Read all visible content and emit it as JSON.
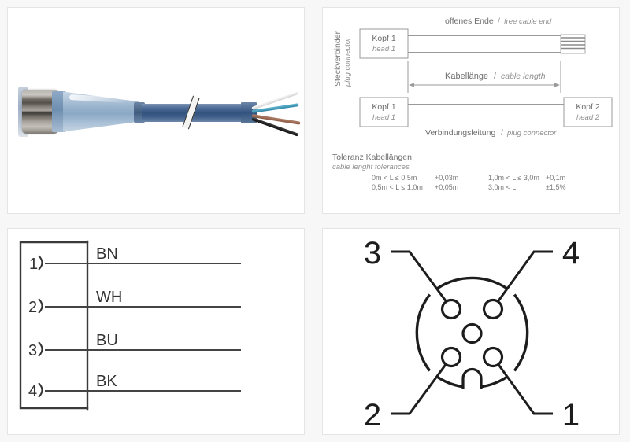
{
  "layout": {
    "background": "#f7f7f7",
    "panel_bg": "#ffffff",
    "panel_border": "#e4e4e4",
    "line_color": "#8a8a8a",
    "ink": "#3a3a3a",
    "dark_ink": "#222222"
  },
  "panels": [
    {
      "name": "product-photo",
      "title": ""
    },
    {
      "name": "cable-length-diagram",
      "title": ""
    },
    {
      "name": "pin-assignment-diagram",
      "title": ""
    },
    {
      "name": "connector-face-view",
      "title": ""
    }
  ],
  "product_photo": {
    "alt": "M12 female straight connector with free cable end",
    "parts": {
      "coupling_nut": "knurled-metal-nut",
      "body": "over-moulded-body",
      "cable": "blue-pur-cable",
      "marker": "white-marker-band",
      "free_end": "fanned-conductors"
    },
    "wire_colors": {
      "white": "#fdfdfd",
      "blue": "#3f9cba",
      "brown": "#9a6750",
      "black": "#141414"
    }
  },
  "cable_length_diagram": {
    "side_label_de": "Steckverbinder",
    "side_label_en": "plug connector",
    "row1": {
      "box_de": "Kopf 1",
      "box_en": "head 1",
      "label_de": "offenes Ende",
      "separator": "/",
      "label_en": "free cable end"
    },
    "dimension": {
      "label_de": "Kabellänge",
      "separator": "/",
      "label_en": "cable length"
    },
    "row2": {
      "box_left_de": "Kopf 1",
      "box_left_en": "head 1",
      "box_right_de": "Kopf 2",
      "box_right_en": "head 2",
      "label_de": "Verbindungsleitung",
      "separator": "/",
      "label_en": "plug connector"
    },
    "tolerances": {
      "heading_de": "Toleranz Kabellängen:",
      "heading_en": "cable lenght tolerances",
      "rows": [
        {
          "range": "0m < L ≤ 0,5m",
          "tolerance": "+0,03m"
        },
        {
          "range": "0,5m < L ≤ 1,0m",
          "tolerance": "+0,05m"
        },
        {
          "range": "1,0m < L ≤ 3,0m",
          "tolerance": "+0,1m"
        },
        {
          "range": "3,0m < L",
          "tolerance": "±1,5%"
        }
      ]
    }
  },
  "pin_assignment": {
    "pins": [
      {
        "number": "1",
        "code": "BN"
      },
      {
        "number": "2",
        "code": "WH"
      },
      {
        "number": "3",
        "code": "BU"
      },
      {
        "number": "4",
        "code": "BK"
      }
    ]
  },
  "face_view": {
    "labels": {
      "top_left": "3",
      "top_right": "4",
      "bottom_left": "2",
      "bottom_right": "1"
    },
    "features": {
      "contacts": 4,
      "center_hole": true,
      "keyway": "bottom-notch"
    }
  }
}
